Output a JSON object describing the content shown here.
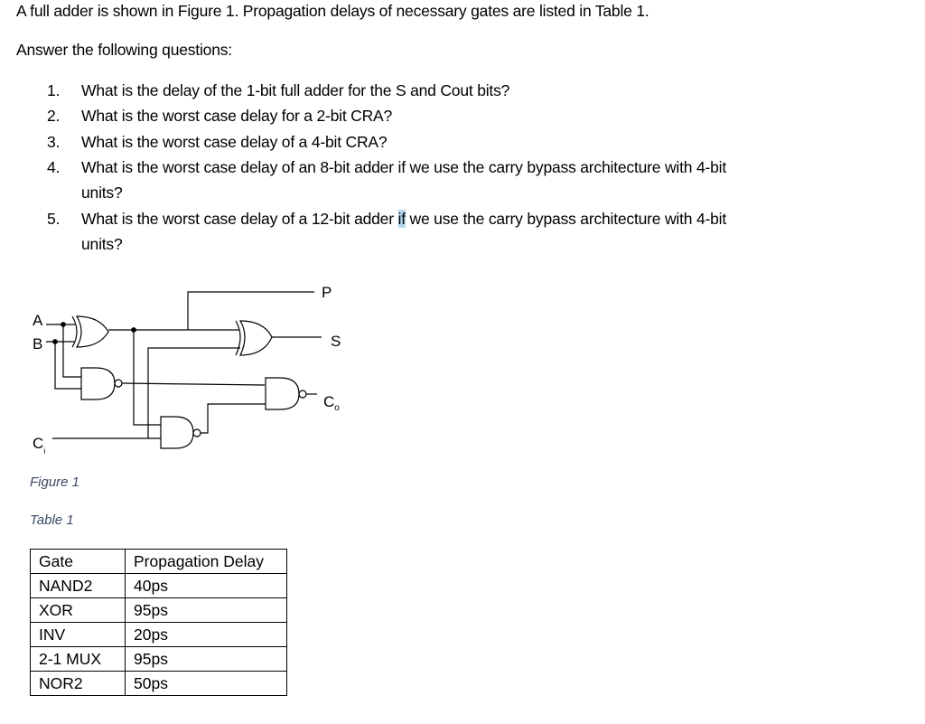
{
  "document": {
    "intro": "A full adder is shown in Figure 1. Propagation delays of necessary gates are listed in Table 1.",
    "prompt": "Answer the following questions:",
    "questions": [
      {
        "num": "1.",
        "text": "What is the delay of the 1-bit full adder for the S and Cout bits?",
        "cont": ""
      },
      {
        "num": "2.",
        "text": "What is the worst case delay for a 2-bit CRA?",
        "cont": ""
      },
      {
        "num": "3.",
        "text": "What is the worst case delay of a 4-bit CRA?",
        "cont": ""
      },
      {
        "num": "4.",
        "text": "What is the worst case delay of an 8-bit adder if we use the carry bypass architecture with 4-bit",
        "cont": "units?"
      },
      {
        "num": "5.",
        "text_a": "What is the worst case delay of a 12-bit adder ",
        "text_hl": "if",
        "text_b": " we use the carry bypass architecture with 4-bit",
        "cont": "units?"
      }
    ],
    "figure_caption": "Figure 1",
    "table_caption": "Table 1"
  },
  "diagram": {
    "inputs": {
      "a": "A",
      "b": "B",
      "ci": "C",
      "ci_sub": "i"
    },
    "outputs": {
      "p": "P",
      "s": "S",
      "co": "C",
      "co_sub": "o"
    },
    "gates": [
      "XOR (A,B)",
      "NAND (A,B)",
      "XOR (P,Ci) -> S",
      "NAND (P,Ci)",
      "NAND -> Co"
    ]
  },
  "table": {
    "headers": [
      "Gate",
      "Propagation Delay"
    ],
    "rows": [
      [
        "NAND2",
        "40ps"
      ],
      [
        "XOR",
        "95ps"
      ],
      [
        "INV",
        "20ps"
      ],
      [
        "2-1 MUX",
        "95ps"
      ],
      [
        "NOR2",
        "50ps"
      ]
    ]
  }
}
